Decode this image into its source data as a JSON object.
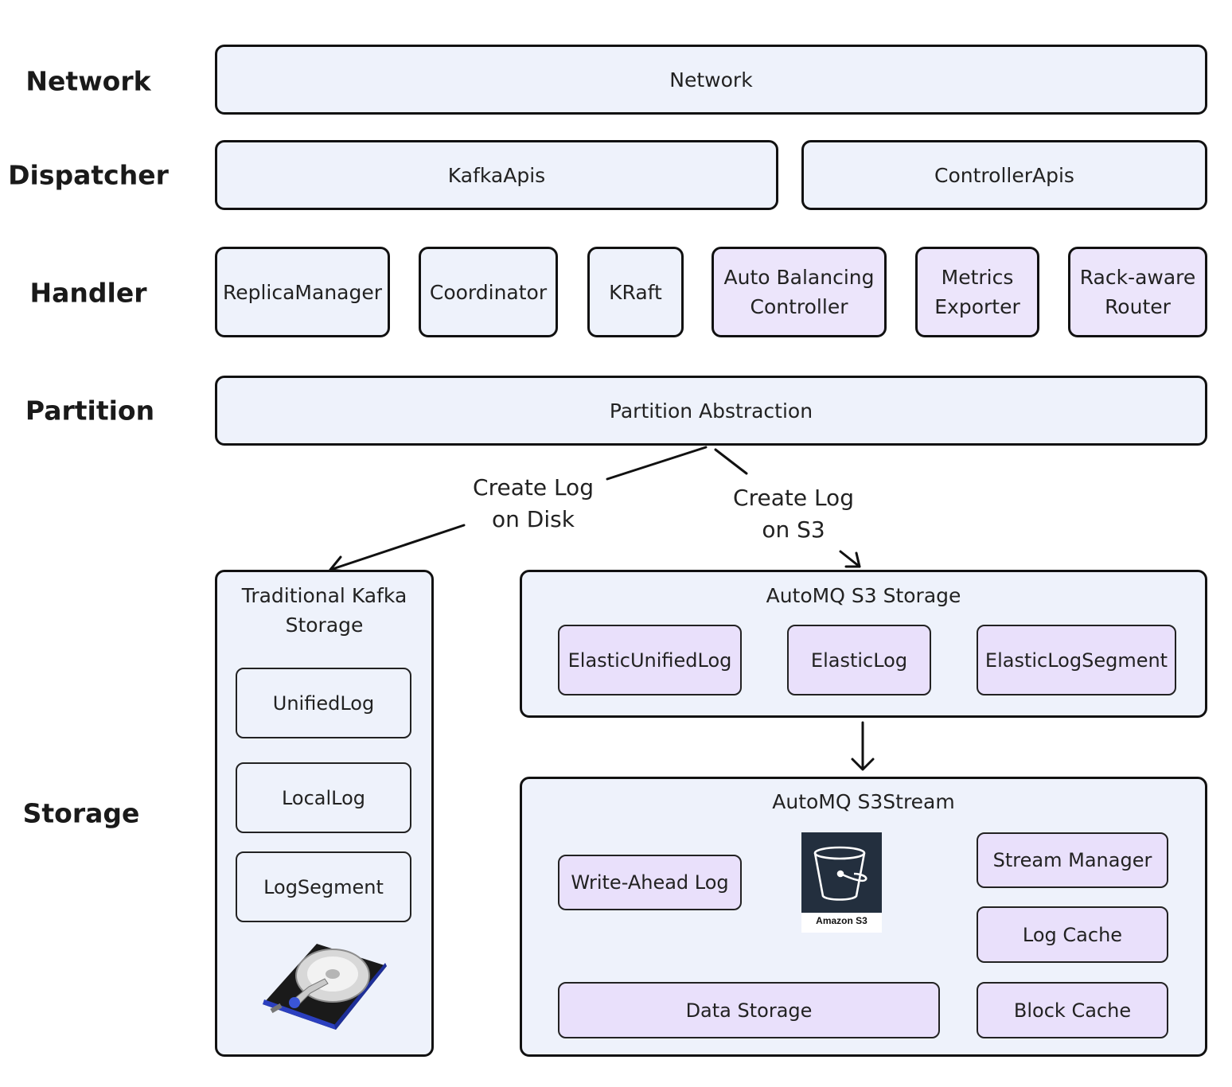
{
  "layers": {
    "network": "Network",
    "dispatcher": "Dispatcher",
    "handler": "Handler",
    "partition": "Partition",
    "storage": "Storage"
  },
  "network_box": "Network",
  "dispatcher": {
    "kafka_apis": "KafkaApis",
    "controller_apis": "ControllerApis"
  },
  "handlers": [
    {
      "label": "ReplicaManager"
    },
    {
      "label": "Coordinator"
    },
    {
      "label": "KRaft"
    },
    {
      "line1": "Auto Balancing",
      "line2": "Controller"
    },
    {
      "line1": "Metrics",
      "line2": "Exporter"
    },
    {
      "line1": "Rack-aware",
      "line2": "Router"
    }
  ],
  "partition_box": "Partition Abstraction",
  "edges": {
    "disk_line1": "Create Log",
    "disk_line2": "on Disk",
    "s3_line1": "Create Log",
    "s3_line2": "on S3"
  },
  "traditional": {
    "title_line1": "Traditional Kafka",
    "title_line2": "Storage",
    "items": [
      "UnifiedLog",
      "LocalLog",
      "LogSegment"
    ]
  },
  "s3_storage": {
    "title": "AutoMQ S3 Storage",
    "items": [
      "ElasticUnifiedLog",
      "ElasticLog",
      "ElasticLogSegment"
    ]
  },
  "s3_stream": {
    "title": "AutoMQ S3Stream",
    "write_ahead_log": "Write-Ahead Log",
    "amazon_s3": "Amazon S3",
    "data_storage": "Data Storage",
    "stream_manager": "Stream Manager",
    "log_cache": "Log Cache",
    "block_cache": "Block Cache"
  },
  "icons": [
    "bucket-icon",
    "hard-drive-icon"
  ],
  "colors": {
    "blue_fill": "#eef2fb",
    "purple_fill": "#ece5fb",
    "s3_dark": "#232f3e"
  }
}
